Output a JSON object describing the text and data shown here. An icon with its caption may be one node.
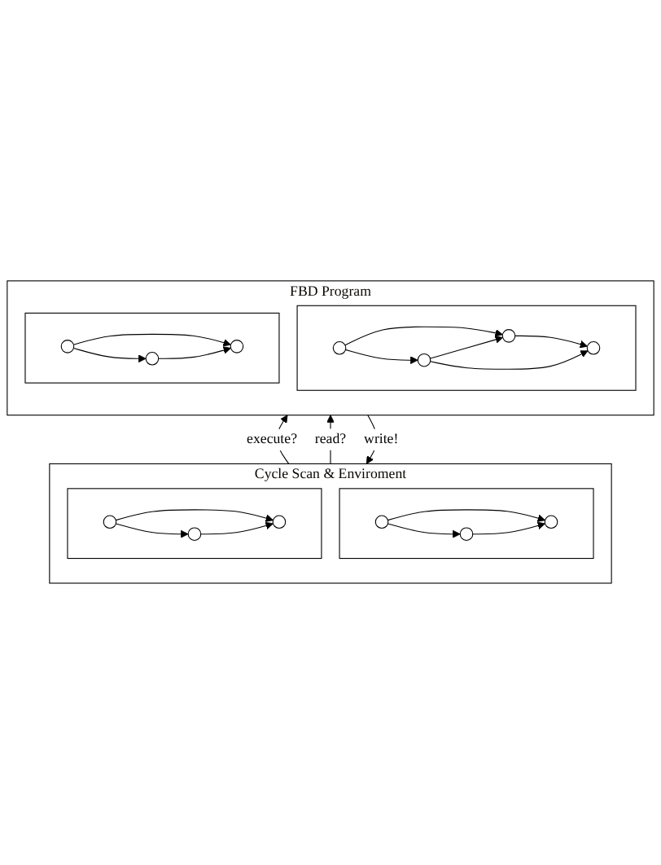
{
  "diagram": {
    "nodes": [
      {
        "text": [
          "FBD Program"
        ]
      },
      {
        "text": [],
        "shape": "box",
        "in": 0
      },
      {
        "text": [],
        "shape": "circle",
        "in": 1
      },
      {
        "text": [],
        "shape": "circle",
        "in": 1
      },
      {
        "text": [],
        "shape": "circle",
        "in": 1
      },
      {
        "text": [],
        "shape": "circle",
        "in": 1
      },
      {
        "text": [],
        "shape": "box",
        "in": 0
      },
      {
        "text": [],
        "shape": "circle",
        "in": 6
      },
      {
        "text": [],
        "shape": "circle",
        "in": 6
      },
      {
        "text": [],
        "shape": "circle",
        "in": 6
      },
      {
        "text": [
          "Cycle Scan & Enviroment"
        ]
      },
      {
        "text": [],
        "shape": "box",
        "in": 10
      },
      {
        "text": [],
        "shape": "circle",
        "in": 11
      },
      {
        "text": [],
        "shape": "circle",
        "in": 11
      },
      {
        "text": [],
        "shape": "circle",
        "in": 11
      },
      {
        "text": [],
        "shape": "box",
        "in": 10
      },
      {
        "text": [],
        "shape": "circle",
        "in": 15
      },
      {
        "text": [],
        "shape": "circle",
        "in": 15
      },
      {
        "text": [],
        "shape": "circle",
        "in": 15
      }
    ],
    "edges": [
      {
        "from": 2,
        "to": 3,
        "arrow": "to"
      },
      {
        "from": 2,
        "to": 4,
        "arrow": "to"
      },
      {
        "from": 4,
        "to": 3,
        "arrow": "to"
      },
      {
        "from": 3,
        "to": 5,
        "arrow": "to"
      },
      {
        "from": 4,
        "to": 5,
        "arrow": "to"
      },
      {
        "from": 7,
        "to": 8,
        "arrow": "to"
      },
      {
        "from": 7,
        "to": 9,
        "arrow": "to"
      },
      {
        "from": 9,
        "to": 8,
        "arrow": "to"
      },
      {
        "from": 12,
        "to": 13,
        "arrow": "to"
      },
      {
        "from": 12,
        "to": 14,
        "arrow": "to"
      },
      {
        "from": 14,
        "to": 13,
        "arrow": "to"
      },
      {
        "from": 17,
        "to": 16,
        "arrow": "to"
      },
      {
        "from": 17,
        "to": 18,
        "arrow": "to"
      },
      {
        "from": 18,
        "to": 16,
        "arrow": "to"
      },
      {
        "from": 0,
        "to": 10,
        "label": "write!",
        "arrow": "to"
      },
      {
        "from": 10,
        "to": 0,
        "label": "execute?",
        "arrow": "to"
      },
      {
        "from": 10,
        "to": 0,
        "label": "read?",
        "arrow": "to"
      }
    ]
  }
}
